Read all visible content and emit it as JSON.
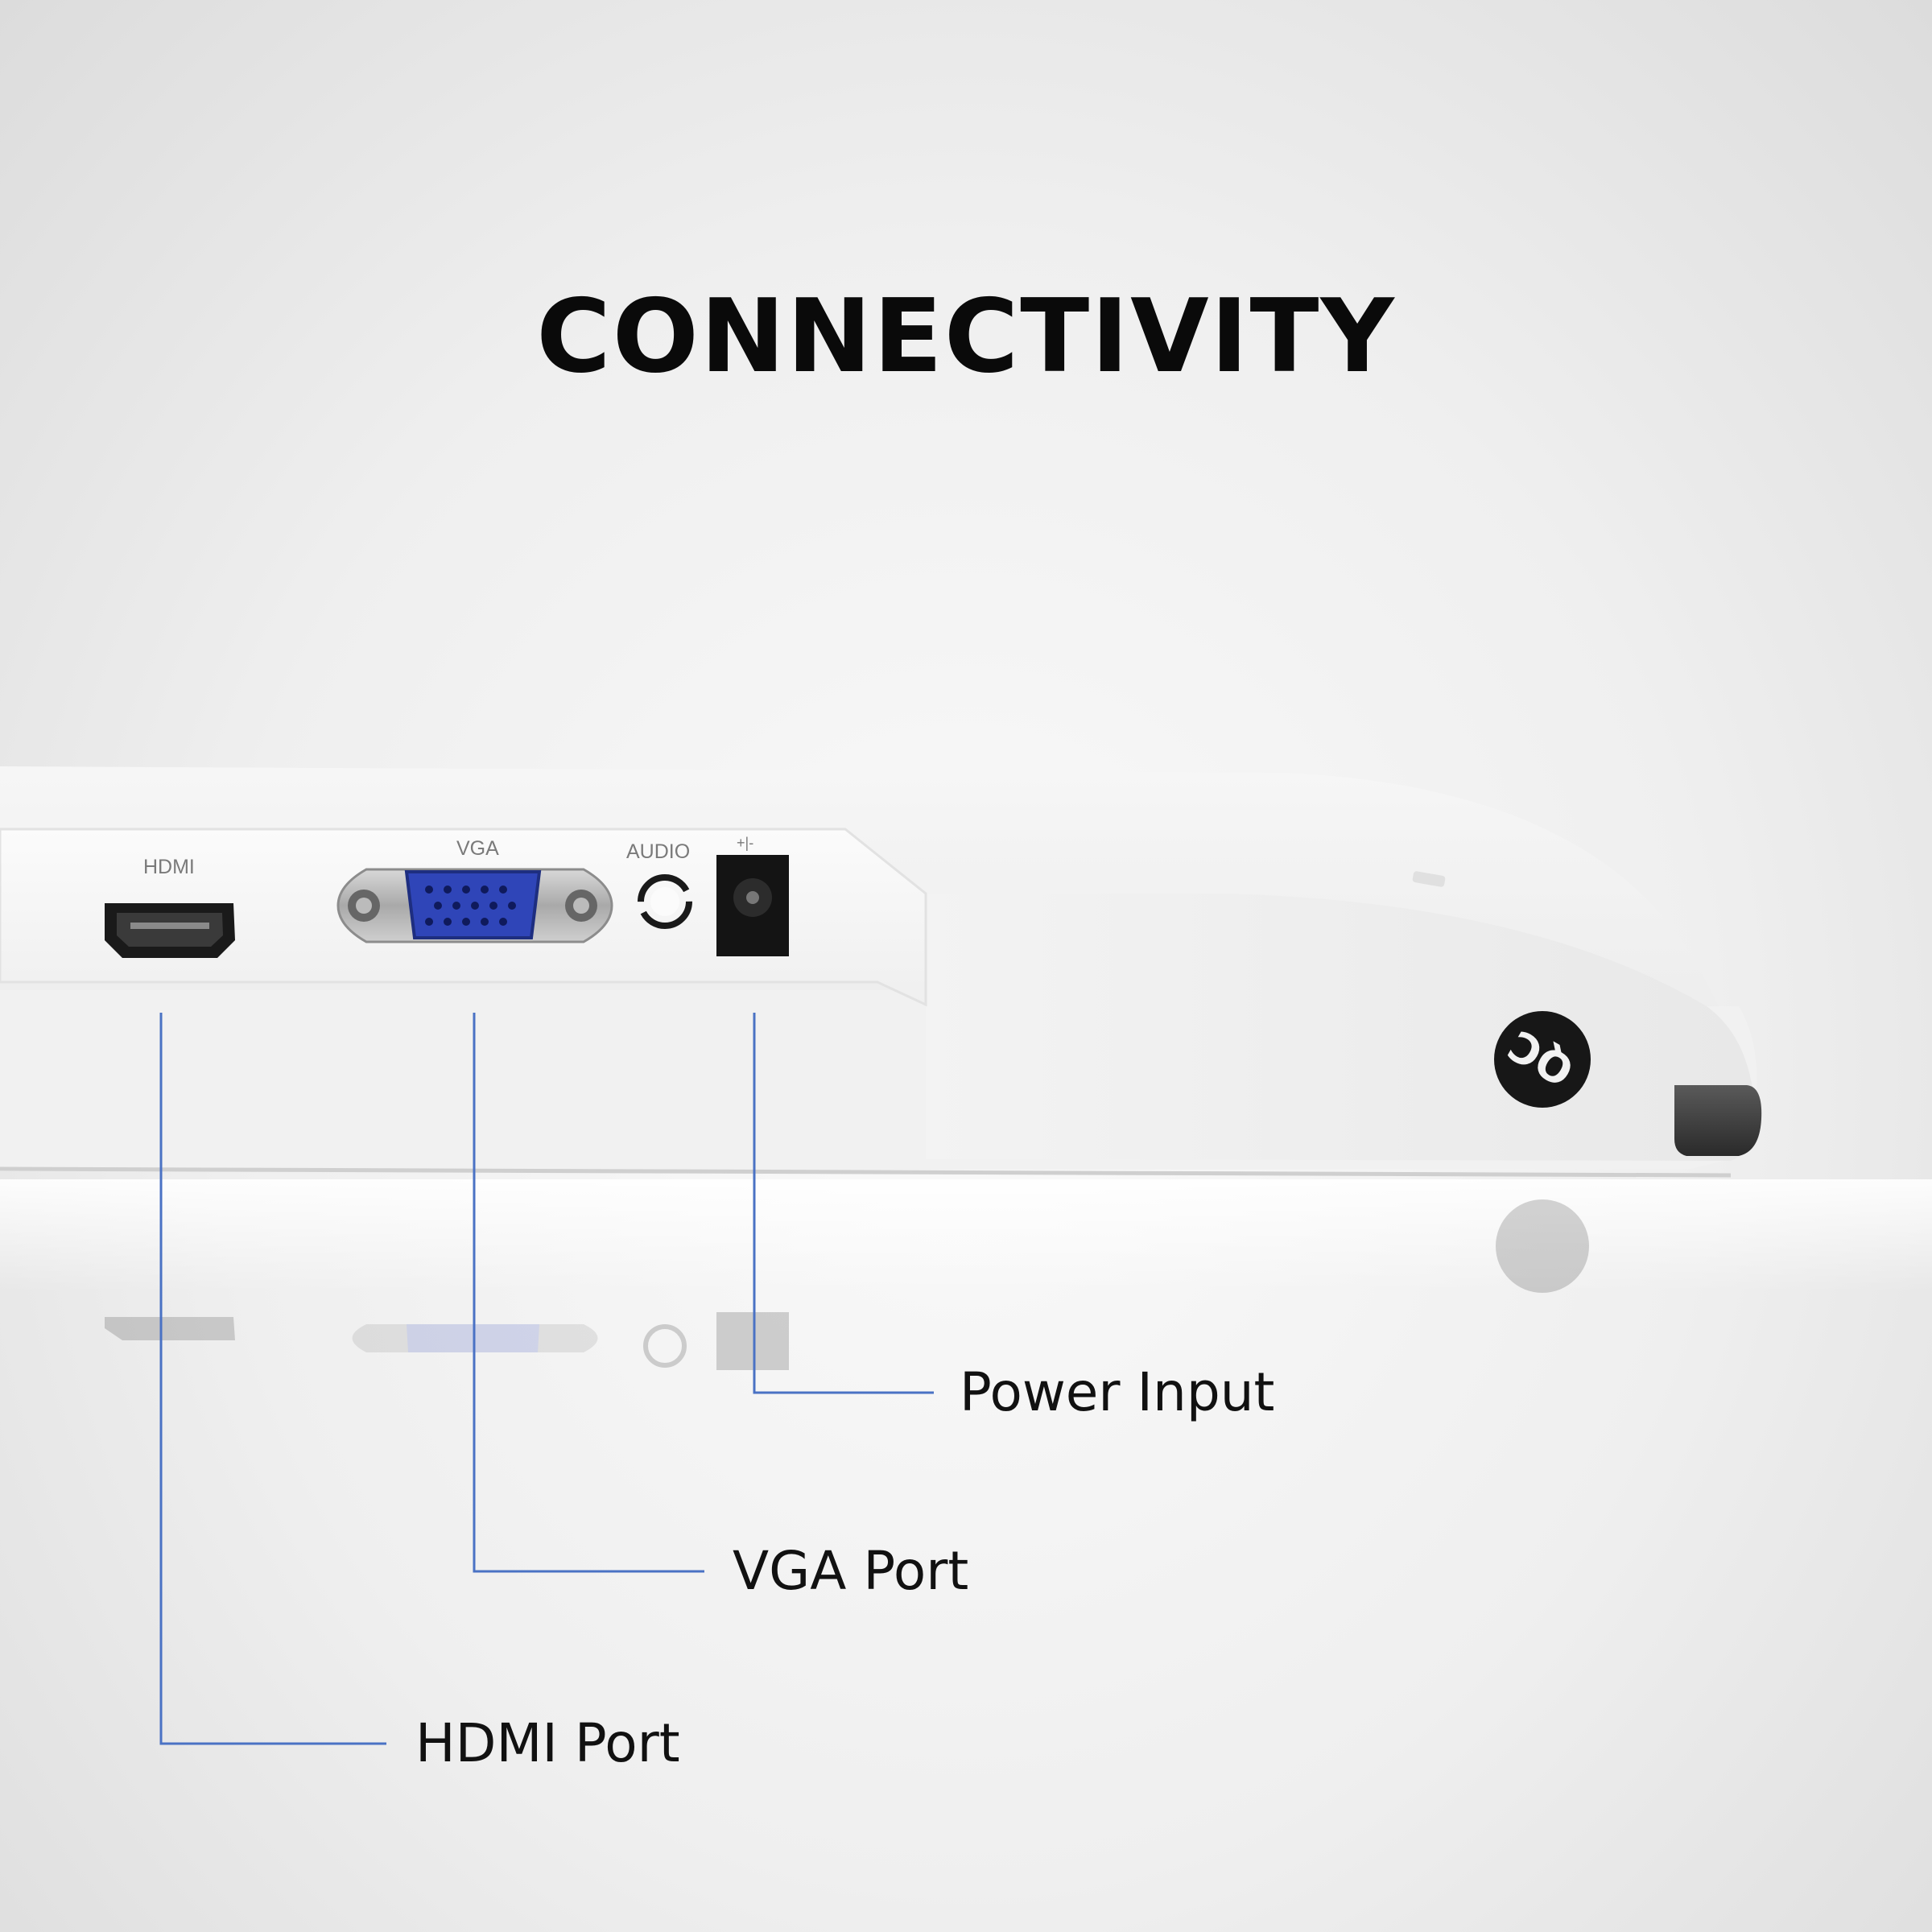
{
  "headline": "CONNECTIVITY",
  "port_labels": {
    "hdmi": "HDMI",
    "vga": "VGA",
    "audio": "AUDIO",
    "power_symbol": "+|-"
  },
  "logo_text": "QC",
  "callouts": [
    {
      "id": "power",
      "label": "Power Input"
    },
    {
      "id": "vga",
      "label": "VGA Port"
    },
    {
      "id": "hdmi",
      "label": "HDMI Port"
    }
  ],
  "colors": {
    "callout_line": "#4a72c4",
    "vga_blue": "#2f45b8",
    "text_dark": "#0a0a0a"
  }
}
